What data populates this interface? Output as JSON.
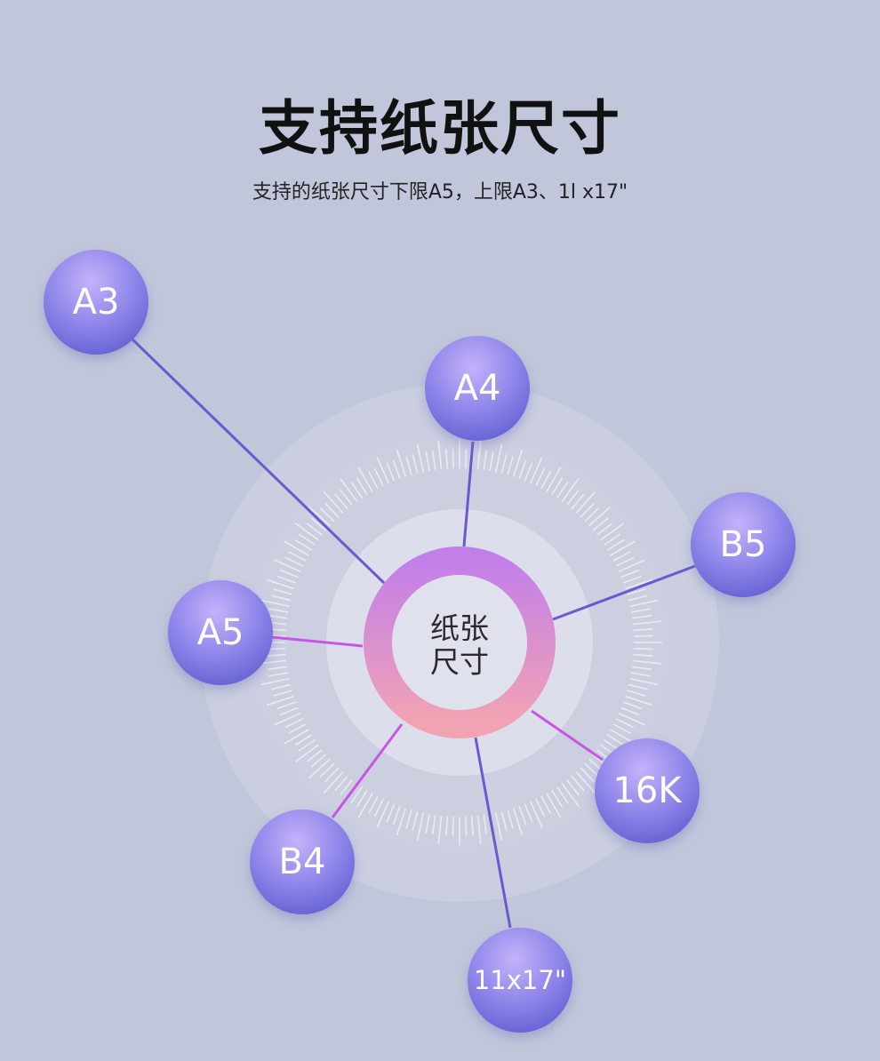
{
  "header": {
    "title": "支持纸张尺寸",
    "subtitle": "支持的纸张尺寸下限A5，上限A3、1l x17\""
  },
  "center": {
    "line1": "纸张",
    "line2": "尺寸"
  },
  "nodes": [
    {
      "id": "a3",
      "label": "A3"
    },
    {
      "id": "a4",
      "label": "A4"
    },
    {
      "id": "b5",
      "label": "B5"
    },
    {
      "id": "a5",
      "label": "A5"
    },
    {
      "id": "16k",
      "label": "16K"
    },
    {
      "id": "b4",
      "label": "B4"
    },
    {
      "id": "11x17",
      "label": "11x17\""
    }
  ],
  "colors": {
    "background": "#c2c6da",
    "node_light": "#b8a6f5",
    "node_dark": "#6b6bd8",
    "line_violet": "#6a5acd",
    "line_magenta": "#c855e6",
    "ring_top": "#c47ee8",
    "ring_bottom": "#f0a0b4"
  }
}
